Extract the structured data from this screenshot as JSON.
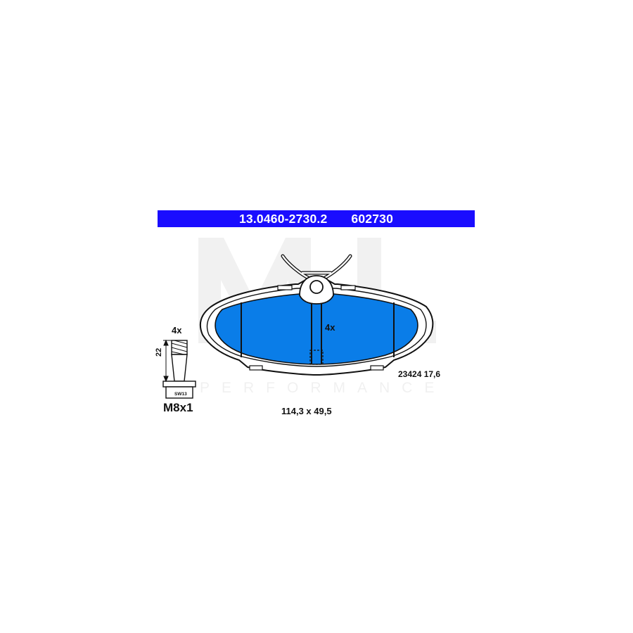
{
  "header": {
    "part_number": "13.0460-2730.2",
    "ref_number": "602730",
    "background_color": "#1a0dff"
  },
  "bolt": {
    "quantity": "4x",
    "length": "22",
    "wrench_size": "SW13",
    "thread": "M8x1"
  },
  "pad": {
    "quantity": "4x",
    "code_thickness": "23424 17,6",
    "dimensions": "114,3 x 49,5",
    "fill_color": "#0a7de8"
  },
  "watermark": {
    "word": "PERFORMANCE"
  }
}
